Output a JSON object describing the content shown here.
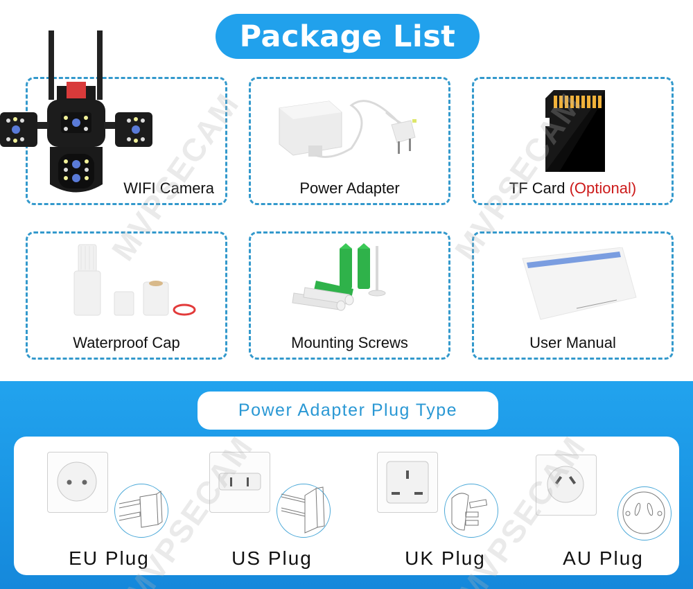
{
  "header": {
    "title": "Package List"
  },
  "package_items": [
    {
      "label": "WIFI Camera",
      "icon": "wifi-camera-icon"
    },
    {
      "label": "Power Adapter",
      "icon": "power-adapter-icon"
    },
    {
      "label": "TF Card",
      "label_suffix": "(Optional)",
      "icon": "tf-card-icon"
    },
    {
      "label": "Waterproof Cap",
      "icon": "waterproof-cap-icon"
    },
    {
      "label": "Mounting Screws",
      "icon": "mounting-screws-icon"
    },
    {
      "label": "User Manual",
      "icon": "user-manual-icon"
    }
  ],
  "plug_section": {
    "title": "Power Adapter Plug Type",
    "plugs": [
      {
        "label": "EU Plug",
        "icon": "eu-socket-icon"
      },
      {
        "label": "US Plug",
        "icon": "us-socket-icon"
      },
      {
        "label": "UK Plug",
        "icon": "uk-socket-icon"
      },
      {
        "label": "AU Plug",
        "icon": "au-socket-icon"
      }
    ]
  },
  "watermark": {
    "text": "MVPSECAM"
  },
  "colors": {
    "accent_blue": "#21a1ec",
    "dashed_border": "#3399cc",
    "optional_red": "#cc1a1a",
    "subtitle_blue": "#2a98d4"
  }
}
